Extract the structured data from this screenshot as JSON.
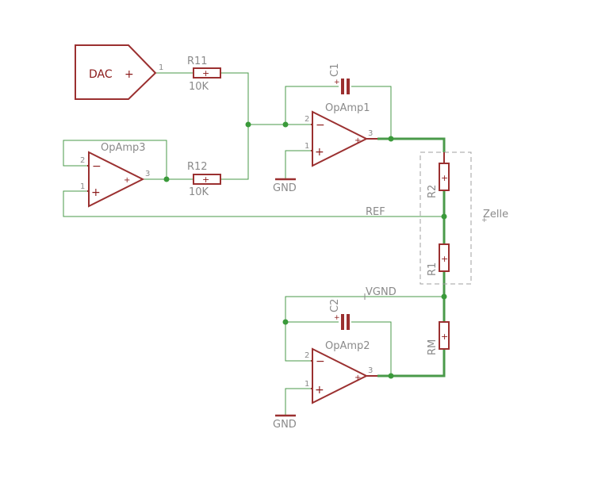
{
  "colors": {
    "wire": "#4a9a4a",
    "part": "#9b3030",
    "label": "#8a8a8a",
    "junction": "#3a9a3a",
    "frame": "#a0a0a0"
  },
  "parts": {
    "dac": {
      "name": "DAC",
      "sign": "+",
      "pin": "1"
    },
    "r11": {
      "name": "R11",
      "value": "10K"
    },
    "r12": {
      "name": "R12",
      "value": "10K"
    },
    "c1": {
      "name": "C1"
    },
    "c2": {
      "name": "C2"
    },
    "opamp1": {
      "name": "OpAmp1",
      "pin_inv": "2",
      "pin_noninv": "1",
      "pin_out": "3"
    },
    "opamp2": {
      "name": "OpAmp2",
      "pin_inv": "2",
      "pin_noninv": "1",
      "pin_out": "3"
    },
    "opamp3": {
      "name": "OpAmp3",
      "pin_inv": "2",
      "pin_noninv": "1",
      "pin_out": "3"
    },
    "r1": {
      "name": "R1"
    },
    "r2": {
      "name": "R2"
    },
    "rm": {
      "name": "RM"
    },
    "zelle": {
      "name": "Zelle"
    }
  },
  "nets": {
    "ref": "REF",
    "vgnd": "VGND",
    "gnd1": "GND",
    "gnd2": "GND"
  }
}
